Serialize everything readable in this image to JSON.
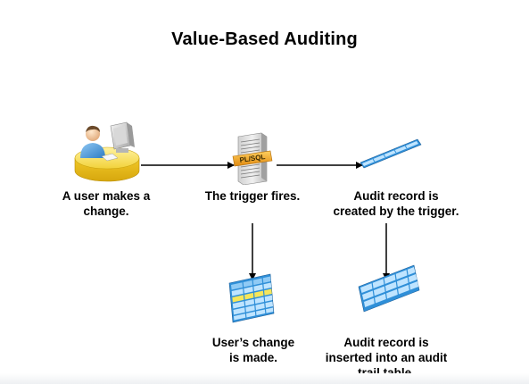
{
  "title": "Value-Based Auditing",
  "labels": {
    "user": "A user makes a\nchange.",
    "trigger": "The trigger fires.",
    "audit_created": "Audit record is\ncreated by the trigger.",
    "user_change": "User’s change\nis made.",
    "audit_inserted": "Audit record is\ninserted into an audit\ntrail table."
  },
  "trigger_badge": "PL/SQL",
  "colors": {
    "text": "#000000",
    "arrow": "#000000",
    "desk_yellow": "#f2d23a",
    "grid_blue": "#2f8fd8",
    "grid_cell": "#bfe4ff",
    "grid_highlight": "#f6e65a",
    "badge_orange": "#f0a020"
  },
  "icons": {
    "user": "user-at-computer-icon",
    "trigger": "plsql-trigger-icon",
    "audit_record": "audit-record-row-icon",
    "user_table": "data-table-icon",
    "audit_table": "audit-trail-table-icon"
  }
}
